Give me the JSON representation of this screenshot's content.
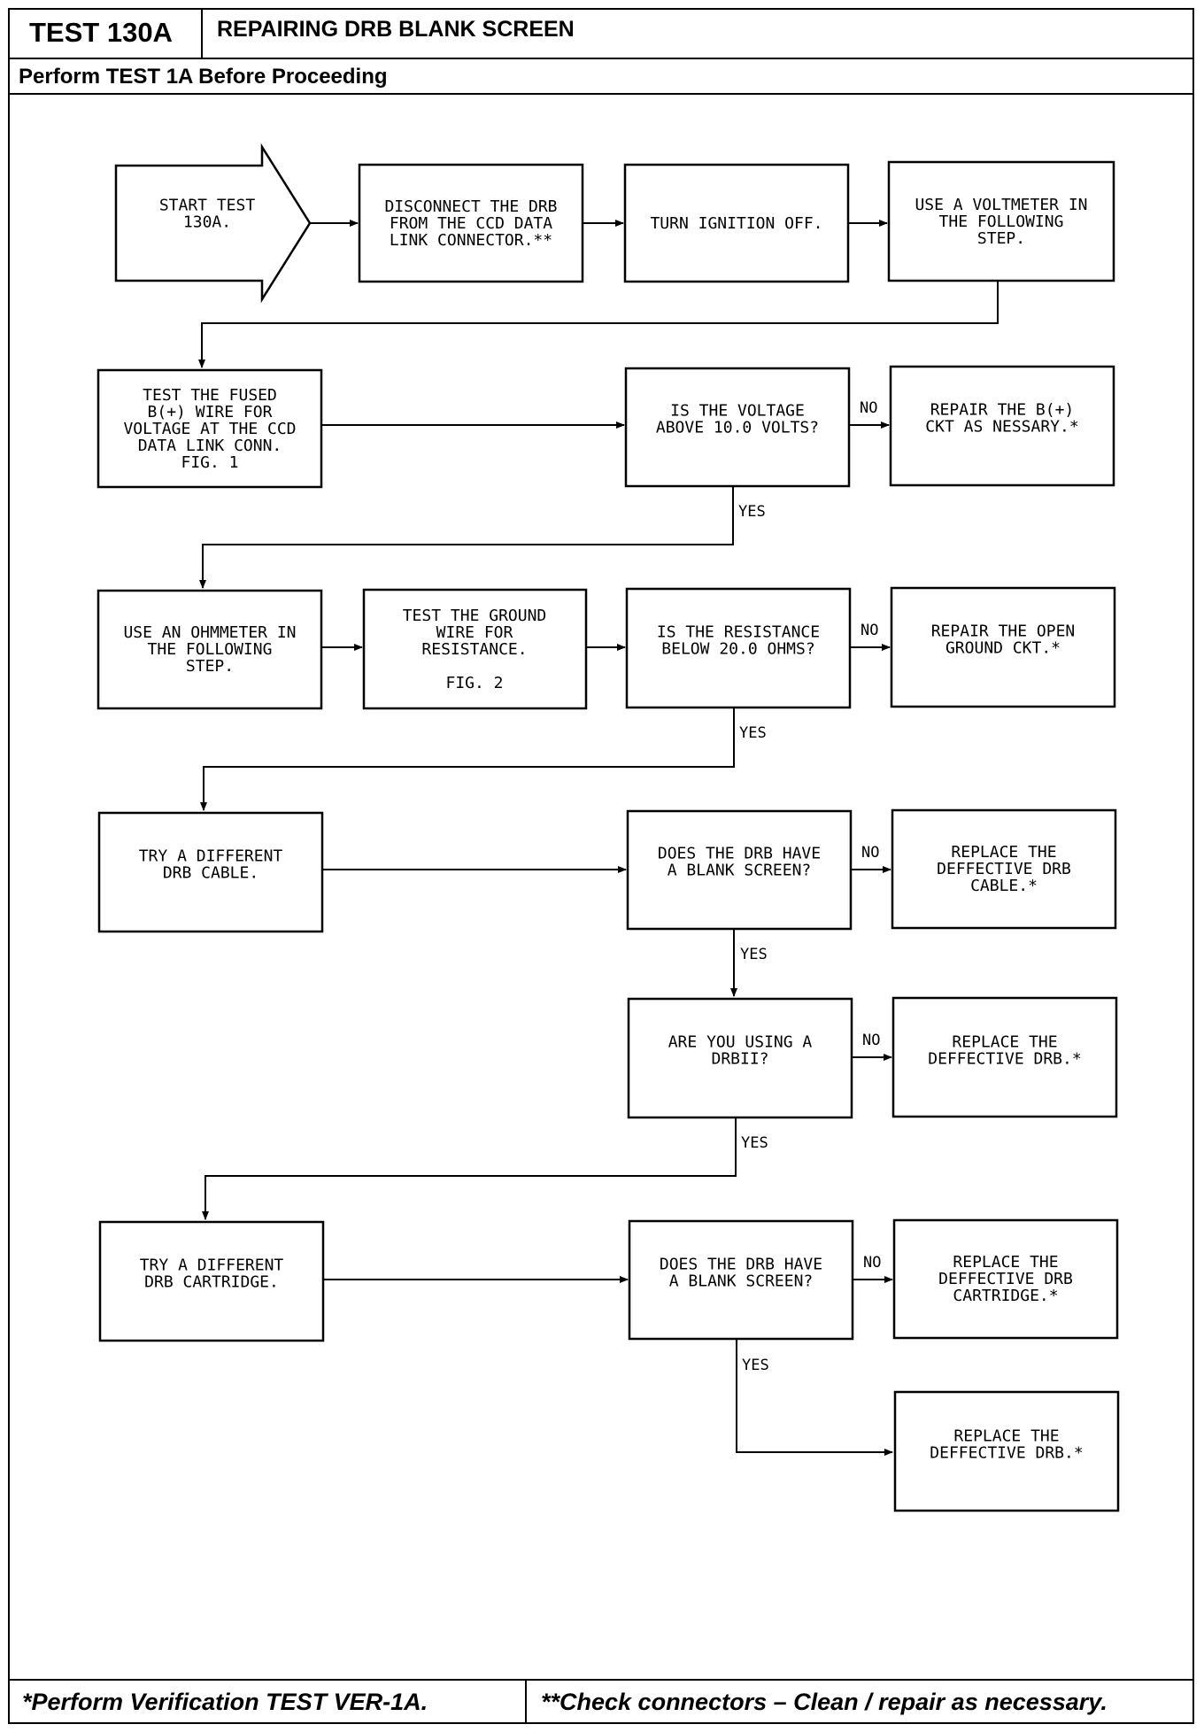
{
  "header": {
    "test_id": "TEST 130A",
    "title": "REPAIRING DRB BLANK SCREEN",
    "prerequisite": "Perform TEST 1A Before Proceeding"
  },
  "flow": {
    "start": [
      "START TEST",
      "130A."
    ],
    "disconnect": [
      "DISCONNECT THE DRB",
      "FROM THE CCD DATA",
      "LINK CONNECTOR.**"
    ],
    "ignition_off": [
      "TURN IGNITION OFF."
    ],
    "use_voltmeter": [
      "USE A VOLTMETER IN",
      "THE FOLLOWING",
      "STEP."
    ],
    "test_fused": [
      "TEST THE FUSED",
      "B(+) WIRE FOR",
      "VOLTAGE AT THE CCD",
      "DATA LINK CONN.",
      "FIG. 1"
    ],
    "q_voltage": [
      "IS THE VOLTAGE",
      "ABOVE 10.0 VOLTS?"
    ],
    "repair_b_plus": [
      "REPAIR THE B(+)",
      "CKT AS NESSARY.*"
    ],
    "use_ohmmeter": [
      "USE AN OHMMETER IN",
      "THE FOLLOWING",
      "STEP."
    ],
    "test_ground": [
      "TEST THE GROUND",
      "WIRE FOR",
      "RESISTANCE.",
      "",
      "FIG. 2"
    ],
    "q_resistance": [
      "IS THE RESISTANCE",
      "BELOW 20.0 OHMS?"
    ],
    "repair_ground": [
      "REPAIR THE OPEN",
      "GROUND CKT.*"
    ],
    "try_cable": [
      "TRY A DIFFERENT",
      "DRB CABLE."
    ],
    "q_blank_1": [
      "DOES THE DRB HAVE",
      "A BLANK SCREEN?"
    ],
    "replace_cable": [
      "REPLACE THE",
      "DEFFECTIVE DRB",
      "CABLE.*"
    ],
    "q_drbii": [
      "ARE YOU USING A",
      "DRBII?"
    ],
    "replace_drb_1": [
      "REPLACE THE",
      "DEFFECTIVE DRB.*"
    ],
    "try_cartridge": [
      "TRY A DIFFERENT",
      "DRB CARTRIDGE."
    ],
    "q_blank_2": [
      "DOES THE DRB HAVE",
      "A BLANK SCREEN?"
    ],
    "replace_cartridge": [
      "REPLACE THE",
      "DEFFECTIVE DRB",
      "CARTRIDGE.*"
    ],
    "replace_drb_2": [
      "REPLACE THE",
      "DEFFECTIVE DRB.*"
    ]
  },
  "labels": {
    "no": "NO",
    "yes": "YES"
  },
  "footer": {
    "left": "*Perform Verification TEST VER-1A.",
    "right": "**Check connectors – Clean / repair as necessary."
  }
}
